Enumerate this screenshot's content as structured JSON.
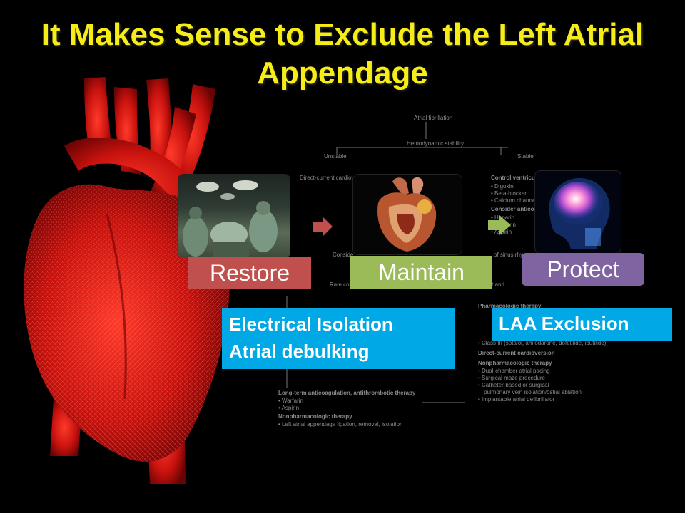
{
  "slide": {
    "title": "It Makes Sense to Exclude the Left Atrial Appendage"
  },
  "steps": {
    "restore": "Restore",
    "maintain": "Maintain",
    "protect": "Protect"
  },
  "boxes": {
    "electrical_line1": "Electrical Isolation",
    "electrical_line2": "Atrial debulking",
    "laa": "LAA Exclusion"
  },
  "flowchart": {
    "atrial_fibrillation": "Atrial fibrillation",
    "hemodynamic_stability": "Hemodynamic stability",
    "unstable": "Unstable",
    "stable": "Stable",
    "dc_cardio": "Direct-current cardiove",
    "control_ventricular": "Control ventricul",
    "digoxin": "• Digoxin",
    "beta_blocker": "• Beta-blocker",
    "calcium": "• Calcium channe",
    "consider_anticoag": "Consider anticoa",
    "heparin": "• Heparin",
    "warfarin_short": "• Warfarin",
    "aspirin_short": "• Aspirin",
    "conside": "Conside",
    "sinus": "of sinus rhy",
    "rate_con": "Rate con",
    "movement": "movement and",
    "pharm_header": "Pharmacologic therapy",
    "class_iii": "• Class III (sotalol, amiodarone, dofetilide, ibutilide)",
    "dc_header": "Direct-current cardioversion",
    "nonpharm_header": "Nonpharmacologic therapy",
    "np1": "• Dual-chamber atrial pacing",
    "np2": "• Surgical maze procedure",
    "np3": "• Catheter-based or surgical",
    "np3b": "pulmonary vein isolation/ostial ablation",
    "np4": "• Implantable atrial defibrillator",
    "longterm": "Long-term anticoagulation, antithrombotic therapy",
    "lt_warfarin": "• Warfarin",
    "lt_aspirin": "• Aspirin",
    "lt_nonpharm": "Nonpharmacologic therapy",
    "lt_laa": "• Left atrial appendage ligation, removal, isolation"
  },
  "colors": {
    "title": "#f5ec18",
    "restore": "#c0504d",
    "maintain": "#9bbb59",
    "protect": "#8064a2",
    "box": "#00a8e6",
    "heart": "#e01818"
  }
}
